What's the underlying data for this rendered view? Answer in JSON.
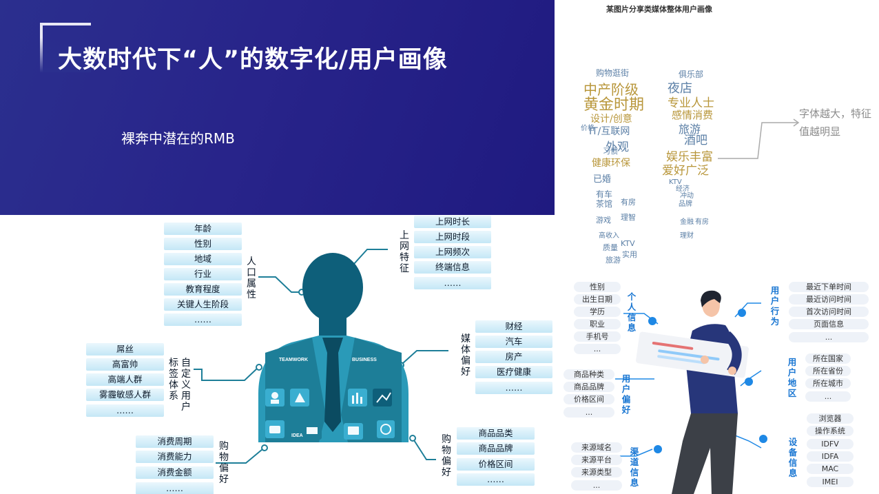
{
  "title": "大数时代下“人”的数字化/用户画像",
  "subtitle": "裸奔中潜在的RMB",
  "left_diagram": {
    "demographics": {
      "label": "人口属性",
      "items": [
        "年龄",
        "性别",
        "地域",
        "行业",
        "教育程度",
        "关键人生阶段",
        "……"
      ]
    },
    "online": {
      "label": "上网特征",
      "items": [
        "上网时长",
        "上网时段",
        "上网频次",
        "终端信息",
        "……"
      ]
    },
    "custom_tags": {
      "label": "自定义用户标签体系",
      "items": [
        "屌丝",
        "高富帅",
        "高端人群",
        "雾霾敏感人群",
        "……"
      ]
    },
    "media": {
      "label": "媒体偏好",
      "items": [
        "财经",
        "汽车",
        "房产",
        "医疗健康",
        "……"
      ]
    },
    "shopping_left": {
      "label": "购物偏好",
      "items": [
        "消费周期",
        "消费能力",
        "消费金额",
        "……"
      ]
    },
    "shopping_right": {
      "label": "购物偏好",
      "items": [
        "商品品类",
        "商品品牌",
        "价格区间",
        "……"
      ]
    },
    "torso_labels": {
      "teamwork": "TEAMWORK",
      "business": "BUSINESS",
      "idea": "IDEA"
    }
  },
  "word_cloud": {
    "title": "某图片分享类媒体整体用户画像",
    "note_line1": "字体越大，特征",
    "note_line2": "值越明显",
    "words": [
      {
        "text": "中产阶级",
        "size": 20,
        "color": "#b8963a"
      },
      {
        "text": "黄金时期",
        "size": 22,
        "color": "#b8963a"
      },
      {
        "text": "设计/创意",
        "size": 14,
        "color": "#b8963a"
      },
      {
        "text": "IT/互联网",
        "size": 14,
        "color": "#5b7fa6"
      },
      {
        "text": "外观",
        "size": 17,
        "color": "#5b7fa6"
      },
      {
        "text": "健康环保",
        "size": 14,
        "color": "#b8963a"
      },
      {
        "text": "已婚",
        "size": 13,
        "color": "#5b7fa6"
      },
      {
        "text": "购物逛街",
        "size": 12,
        "color": "#5b7fa6"
      },
      {
        "text": "夜店",
        "size": 18,
        "color": "#5b7fa6"
      },
      {
        "text": "专业人士",
        "size": 17,
        "color": "#b8963a"
      },
      {
        "text": "感情消费",
        "size": 15,
        "color": "#b8963a"
      },
      {
        "text": "旅游",
        "size": 16,
        "color": "#5b7fa6"
      },
      {
        "text": "酒吧",
        "size": 17,
        "color": "#5b7fa6"
      },
      {
        "text": "娱乐丰富",
        "size": 17,
        "color": "#b8963a"
      },
      {
        "text": "爱好广泛",
        "size": 17,
        "color": "#b8963a"
      },
      {
        "text": "俱乐部",
        "size": 12,
        "color": "#5b7fa6"
      },
      {
        "text": "有车",
        "size": 12,
        "color": "#5b7fa6"
      },
      {
        "text": "茶馆",
        "size": 12,
        "color": "#5b7fa6"
      },
      {
        "text": "游戏",
        "size": 11,
        "color": "#5b7fa6"
      },
      {
        "text": "高收入",
        "size": 10,
        "color": "#5b7fa6"
      },
      {
        "text": "质量",
        "size": 11,
        "color": "#5b7fa6"
      },
      {
        "text": "旅游",
        "size": 11,
        "color": "#5b7fa6"
      },
      {
        "text": "有房",
        "size": 11,
        "color": "#5b7fa6"
      },
      {
        "text": "理智",
        "size": 11,
        "color": "#5b7fa6"
      },
      {
        "text": "KTV",
        "size": 11,
        "color": "#5b7fa6"
      },
      {
        "text": "实用",
        "size": 11,
        "color": "#5b7fa6"
      },
      {
        "text": "经济",
        "size": 10,
        "color": "#5b7fa6"
      },
      {
        "text": "冲动",
        "size": 10,
        "color": "#5b7fa6"
      },
      {
        "text": "品牌",
        "size": 10,
        "color": "#5b7fa6"
      },
      {
        "text": "有房",
        "size": 10,
        "color": "#5b7fa6"
      },
      {
        "text": "金融",
        "size": 10,
        "color": "#5b7fa6"
      },
      {
        "text": "理财",
        "size": 10,
        "color": "#5b7fa6"
      },
      {
        "text": "习惯",
        "size": 11,
        "color": "#5b7fa6"
      },
      {
        "text": "价格",
        "size": 10,
        "color": "#5b7fa6"
      },
      {
        "text": "KTV",
        "size": 10,
        "color": "#5b7fa6"
      }
    ]
  },
  "right_diagram": {
    "personal": {
      "label": "个人信息",
      "items": [
        "性别",
        "出生日期",
        "学历",
        "职业",
        "手机号",
        "..."
      ]
    },
    "behavior": {
      "label": "用户行为",
      "items": [
        "最近下单时间",
        "最近访问时间",
        "首次访问时间",
        "页面信息",
        "..."
      ]
    },
    "preference": {
      "label": "用户偏好",
      "items": [
        "商品种类",
        "商品品牌",
        "价格区间",
        "..."
      ]
    },
    "region": {
      "label": "用户地区",
      "items": [
        "所在国家",
        "所在省份",
        "所在城市",
        "..."
      ]
    },
    "channel": {
      "label": "渠道信息",
      "items": [
        "来源域名",
        "来源平台",
        "来源类型",
        "..."
      ]
    },
    "device": {
      "label": "设备信息",
      "items": [
        "浏览器",
        "操作系统",
        "IDFV",
        "IDFA",
        "MAC",
        "IMEI"
      ]
    }
  },
  "colors": {
    "banner": "#28248a",
    "teal": "#1d7e98",
    "pill": "#c4e7f6",
    "accent_blue": "#1e88e5",
    "cloud_gold": "#b8963a",
    "cloud_blue": "#5b7fa6"
  }
}
